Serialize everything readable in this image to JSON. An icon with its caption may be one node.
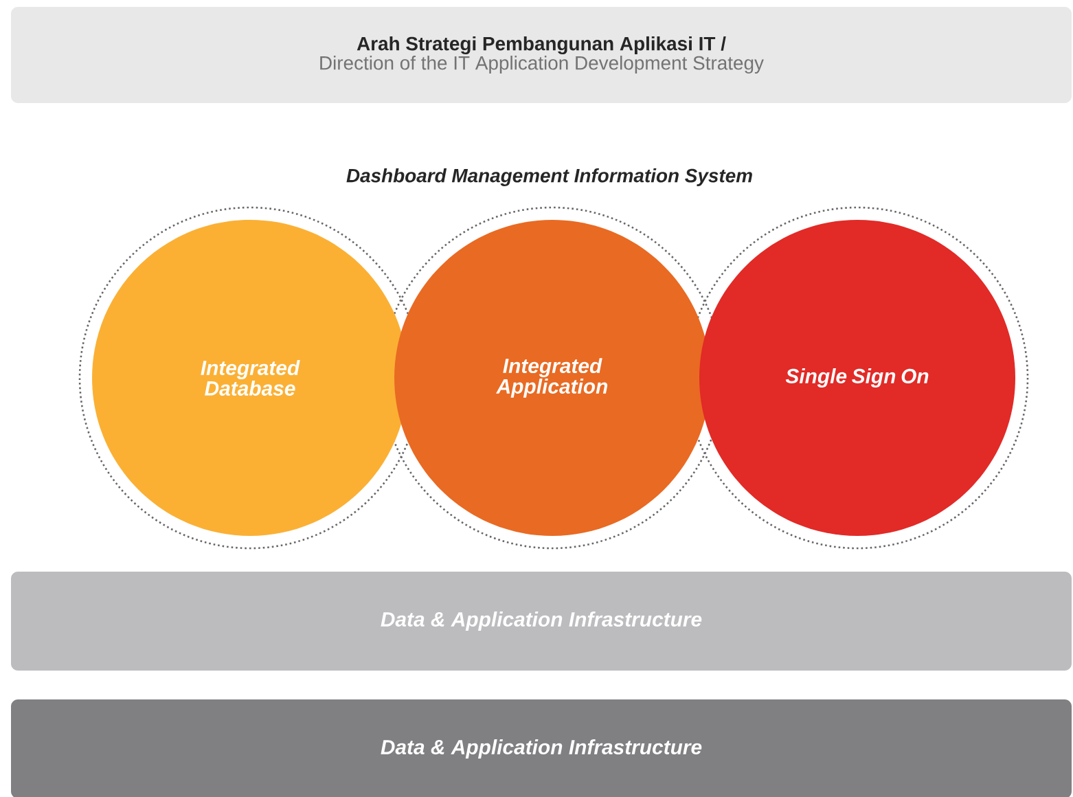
{
  "diagram": {
    "nodes": [
      {
        "text": [
          "Arah Strategi Pembangunan Aplikasi IT /",
          "Direction of the IT Application Development Strategy"
        ]
      },
      {
        "text": [
          "Integrated Database"
        ]
      },
      {
        "text": [
          "Integrated Application"
        ]
      },
      {
        "text": [
          "Single Sign On"
        ]
      },
      {
        "text": [
          "Data & Application Infrastructure"
        ]
      },
      {
        "text": [
          "Data & Application Infrastructure"
        ]
      }
    ],
    "labels": [
      "Dashboard Management Information System"
    ]
  }
}
